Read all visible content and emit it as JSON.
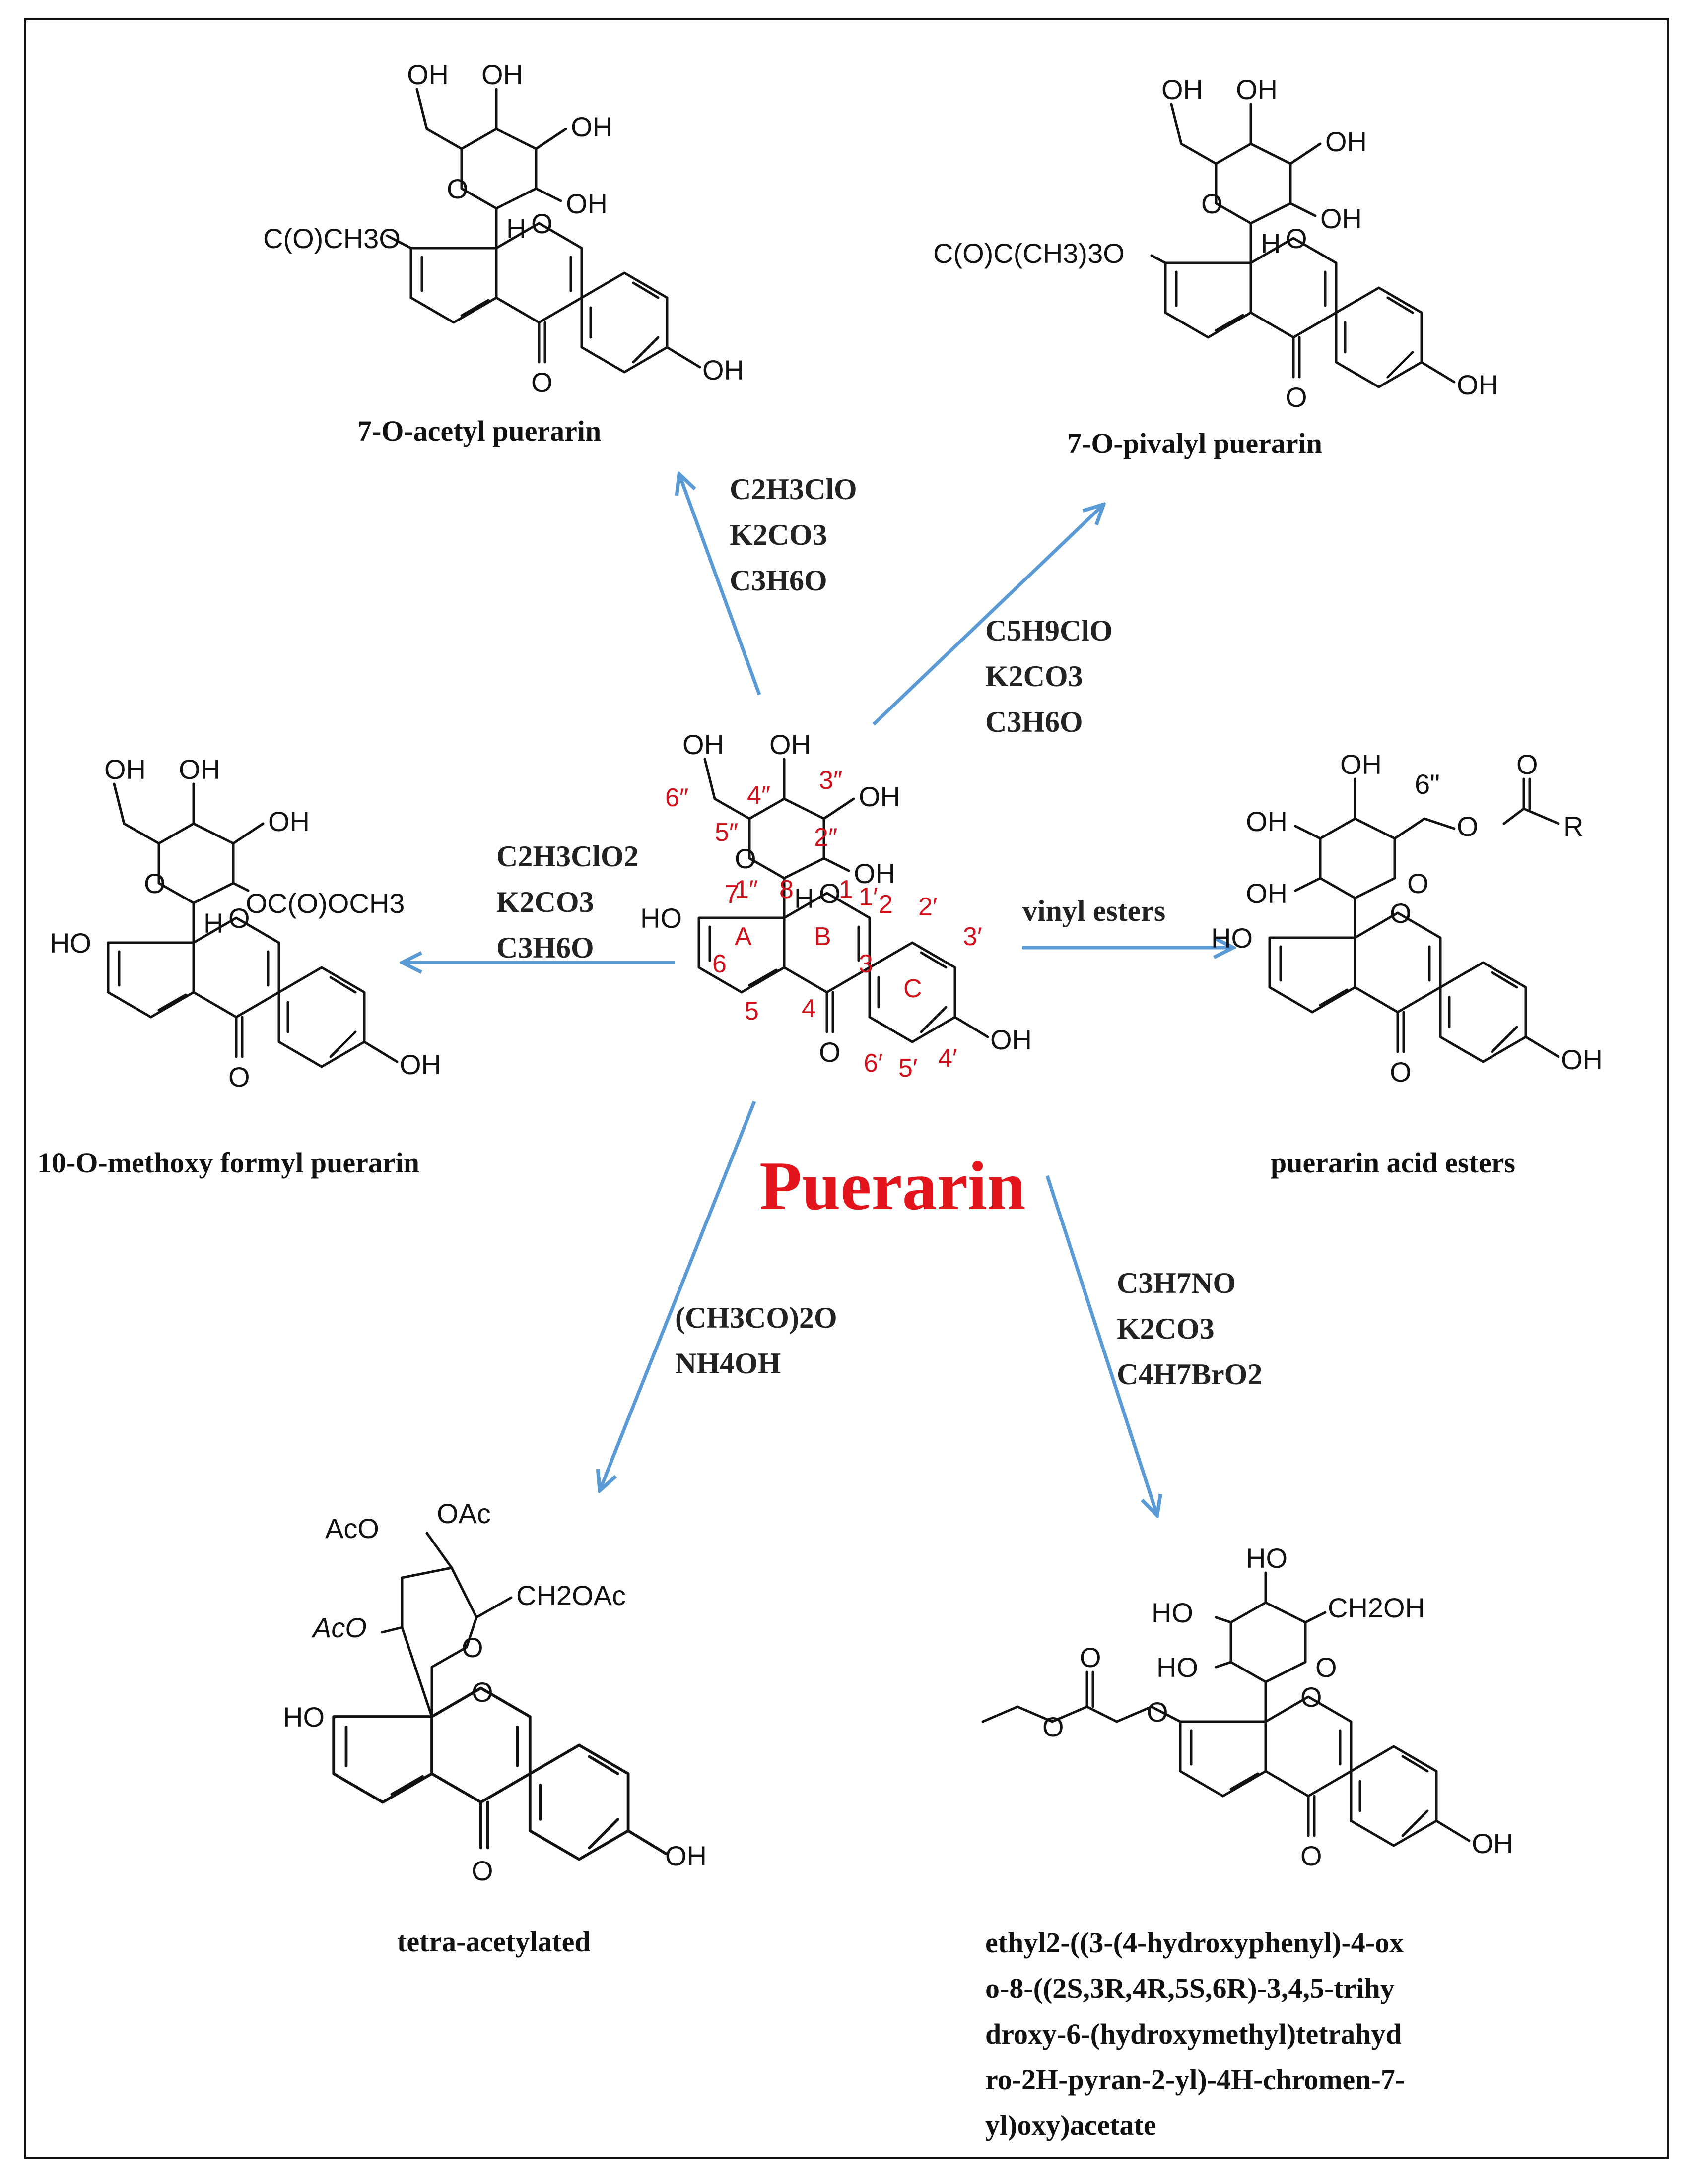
{
  "center": {
    "title": "Puerarin",
    "atoms": {
      "oh_top1": "OH",
      "oh_top2": "OH",
      "oh_3pp": "OH",
      "oh_2pp": "OH",
      "o_ring": "O",
      "h": "H",
      "ho7": "HO",
      "o1": "O",
      "carbonyl_o": "O",
      "oh_4p": "OH"
    },
    "numbering": [
      "6″",
      "4″",
      "3″",
      "5″",
      "2″",
      "1″",
      "7",
      "8",
      "1",
      "2",
      "A",
      "B",
      "2′",
      "1′",
      "3′",
      "C",
      "6",
      "5",
      "4",
      "3",
      "6′",
      "5′",
      "4′"
    ]
  },
  "products": {
    "acetyl": {
      "name": "7-O-acetyl puerarin",
      "substituent": "C(O)CH3O"
    },
    "pivalyl": {
      "name": "7-O-pivalyl puerarin",
      "substituent": "C(O)C(CH3)3O"
    },
    "methoxy": {
      "name": "10-O-methoxy formyl puerarin",
      "substituent": "OC(O)OCH3"
    },
    "acid_esters": {
      "name": "puerarin acid esters",
      "label_6pp": "6\"",
      "r": "R"
    },
    "tetra": {
      "name": "tetra-acetylated",
      "oac1": "AcO",
      "oac2": "OAc",
      "oac3": "AcO",
      "ch2oac": "CH2OAc"
    },
    "ethyl": {
      "name_lines": [
        "ethyl2-((3-(4-hydroxyphenyl)-4-ox",
        "o-8-((2S,3R,4R,5S,6R)-3,4,5-trihy",
        "droxy-6-(hydroxymethyl)tetrahyd",
        "ro-2H-pyran-2-yl)-4H-chromen-7-",
        "yl)oxy)acetate"
      ],
      "ho1": "HO",
      "ho2": "HO",
      "ho3": "HO",
      "ch2oh": "CH2OH"
    }
  },
  "reagents": {
    "acetyl": [
      "C2H3ClO",
      "K2CO3",
      "C3H6O"
    ],
    "pivalyl": [
      "C5H9ClO",
      "K2CO3",
      "C3H6O"
    ],
    "methoxy": [
      "C2H3ClO2",
      "K2CO3",
      "C3H6O"
    ],
    "acid_esters": [
      "vinyl esters"
    ],
    "tetra": [
      "(CH3CO)2O",
      "NH4OH"
    ],
    "ethyl": [
      "C3H7NO",
      "K2CO3",
      "C4H7BrO2"
    ]
  },
  "colors": {
    "arrow": "#5b9bd5",
    "title": "#e3141c",
    "numbering": "#d0111b"
  }
}
